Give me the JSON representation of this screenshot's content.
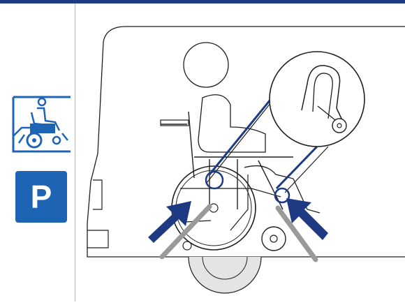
{
  "colors": {
    "frame_blue": "#1d3a82",
    "accent_blue": "#1e64b4",
    "line_dark": "#1f1f1f",
    "strap_gray": "#9a9a9a",
    "wheel_gray": "#cfcfcf"
  },
  "sidebar": {
    "icons": [
      {
        "name": "wheelchair-vehicle-icon"
      },
      {
        "name": "parking-icon",
        "label": "P"
      }
    ]
  },
  "illustration": {
    "subject": "wheelchair-tie-down-in-vehicle",
    "callout": "hook-detail"
  }
}
